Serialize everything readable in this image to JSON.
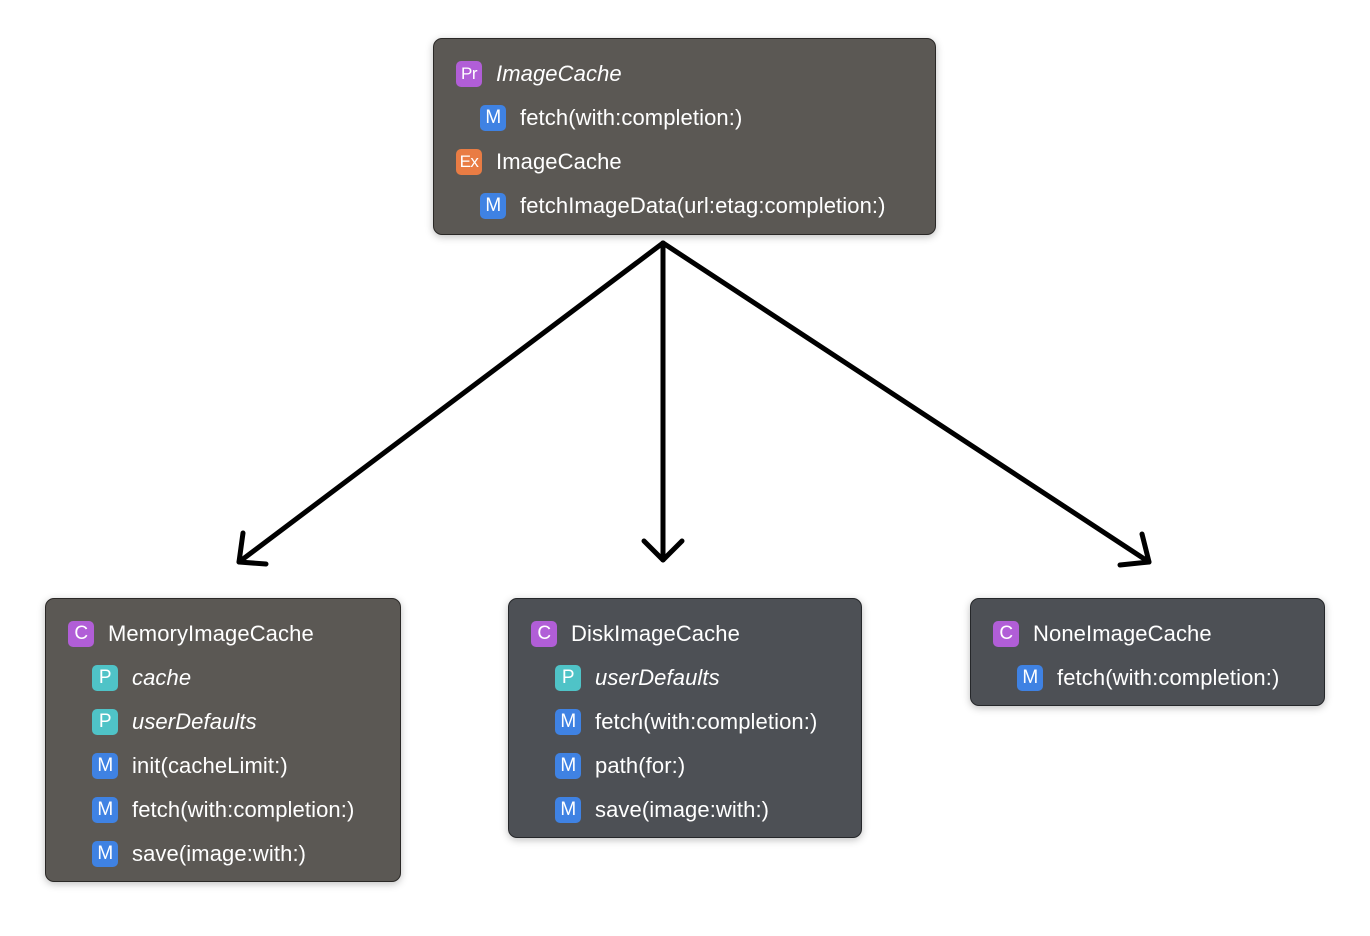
{
  "diagram": {
    "boxes": [
      {
        "id": "protocol-box",
        "rows": [
          {
            "kind": "Pr",
            "text": "ImageCache",
            "italic": true,
            "level": 0
          },
          {
            "kind": "M",
            "text": "fetch(with:completion:)",
            "italic": false,
            "level": 1
          },
          {
            "kind": "Ex",
            "text": "ImageCache",
            "italic": false,
            "level": 0
          },
          {
            "kind": "M",
            "text": "fetchImageData(url:etag:completion:)",
            "italic": false,
            "level": 1
          }
        ]
      },
      {
        "id": "memory-box",
        "rows": [
          {
            "kind": "C",
            "text": "MemoryImageCache",
            "italic": false,
            "level": 0
          },
          {
            "kind": "P",
            "text": "cache",
            "italic": true,
            "level": 1
          },
          {
            "kind": "P",
            "text": "userDefaults",
            "italic": true,
            "level": 1
          },
          {
            "kind": "M",
            "text": "init(cacheLimit:)",
            "italic": false,
            "level": 1
          },
          {
            "kind": "M",
            "text": "fetch(with:completion:)",
            "italic": false,
            "level": 1
          },
          {
            "kind": "M",
            "text": "save(image:with:)",
            "italic": false,
            "level": 1
          }
        ]
      },
      {
        "id": "disk-box",
        "rows": [
          {
            "kind": "C",
            "text": "DiskImageCache",
            "italic": false,
            "level": 0
          },
          {
            "kind": "P",
            "text": "userDefaults",
            "italic": true,
            "level": 1
          },
          {
            "kind": "M",
            "text": "fetch(with:completion:)",
            "italic": false,
            "level": 1
          },
          {
            "kind": "M",
            "text": "path(for:)",
            "italic": false,
            "level": 1
          },
          {
            "kind": "M",
            "text": "save(image:with:)",
            "italic": false,
            "level": 1
          }
        ]
      },
      {
        "id": "none-box",
        "rows": [
          {
            "kind": "C",
            "text": "NoneImageCache",
            "italic": false,
            "level": 0
          },
          {
            "kind": "M",
            "text": "fetch(with:completion:)",
            "italic": false,
            "level": 1
          }
        ]
      }
    ],
    "edges": [
      {
        "from": "protocol-box",
        "to": "memory-box"
      },
      {
        "from": "protocol-box",
        "to": "disk-box"
      },
      {
        "from": "protocol-box",
        "to": "none-box"
      }
    ]
  },
  "badges": {
    "Pr": {
      "icon": "protocol-icon",
      "color": "#b15ed7"
    },
    "Ex": {
      "icon": "extension-icon",
      "color": "#e97c44"
    },
    "C": {
      "icon": "class-icon",
      "color": "#b15ed7"
    },
    "M": {
      "icon": "method-icon",
      "color": "#3f82e3"
    },
    "P": {
      "icon": "property-icon",
      "color": "#4fc3c7"
    }
  }
}
